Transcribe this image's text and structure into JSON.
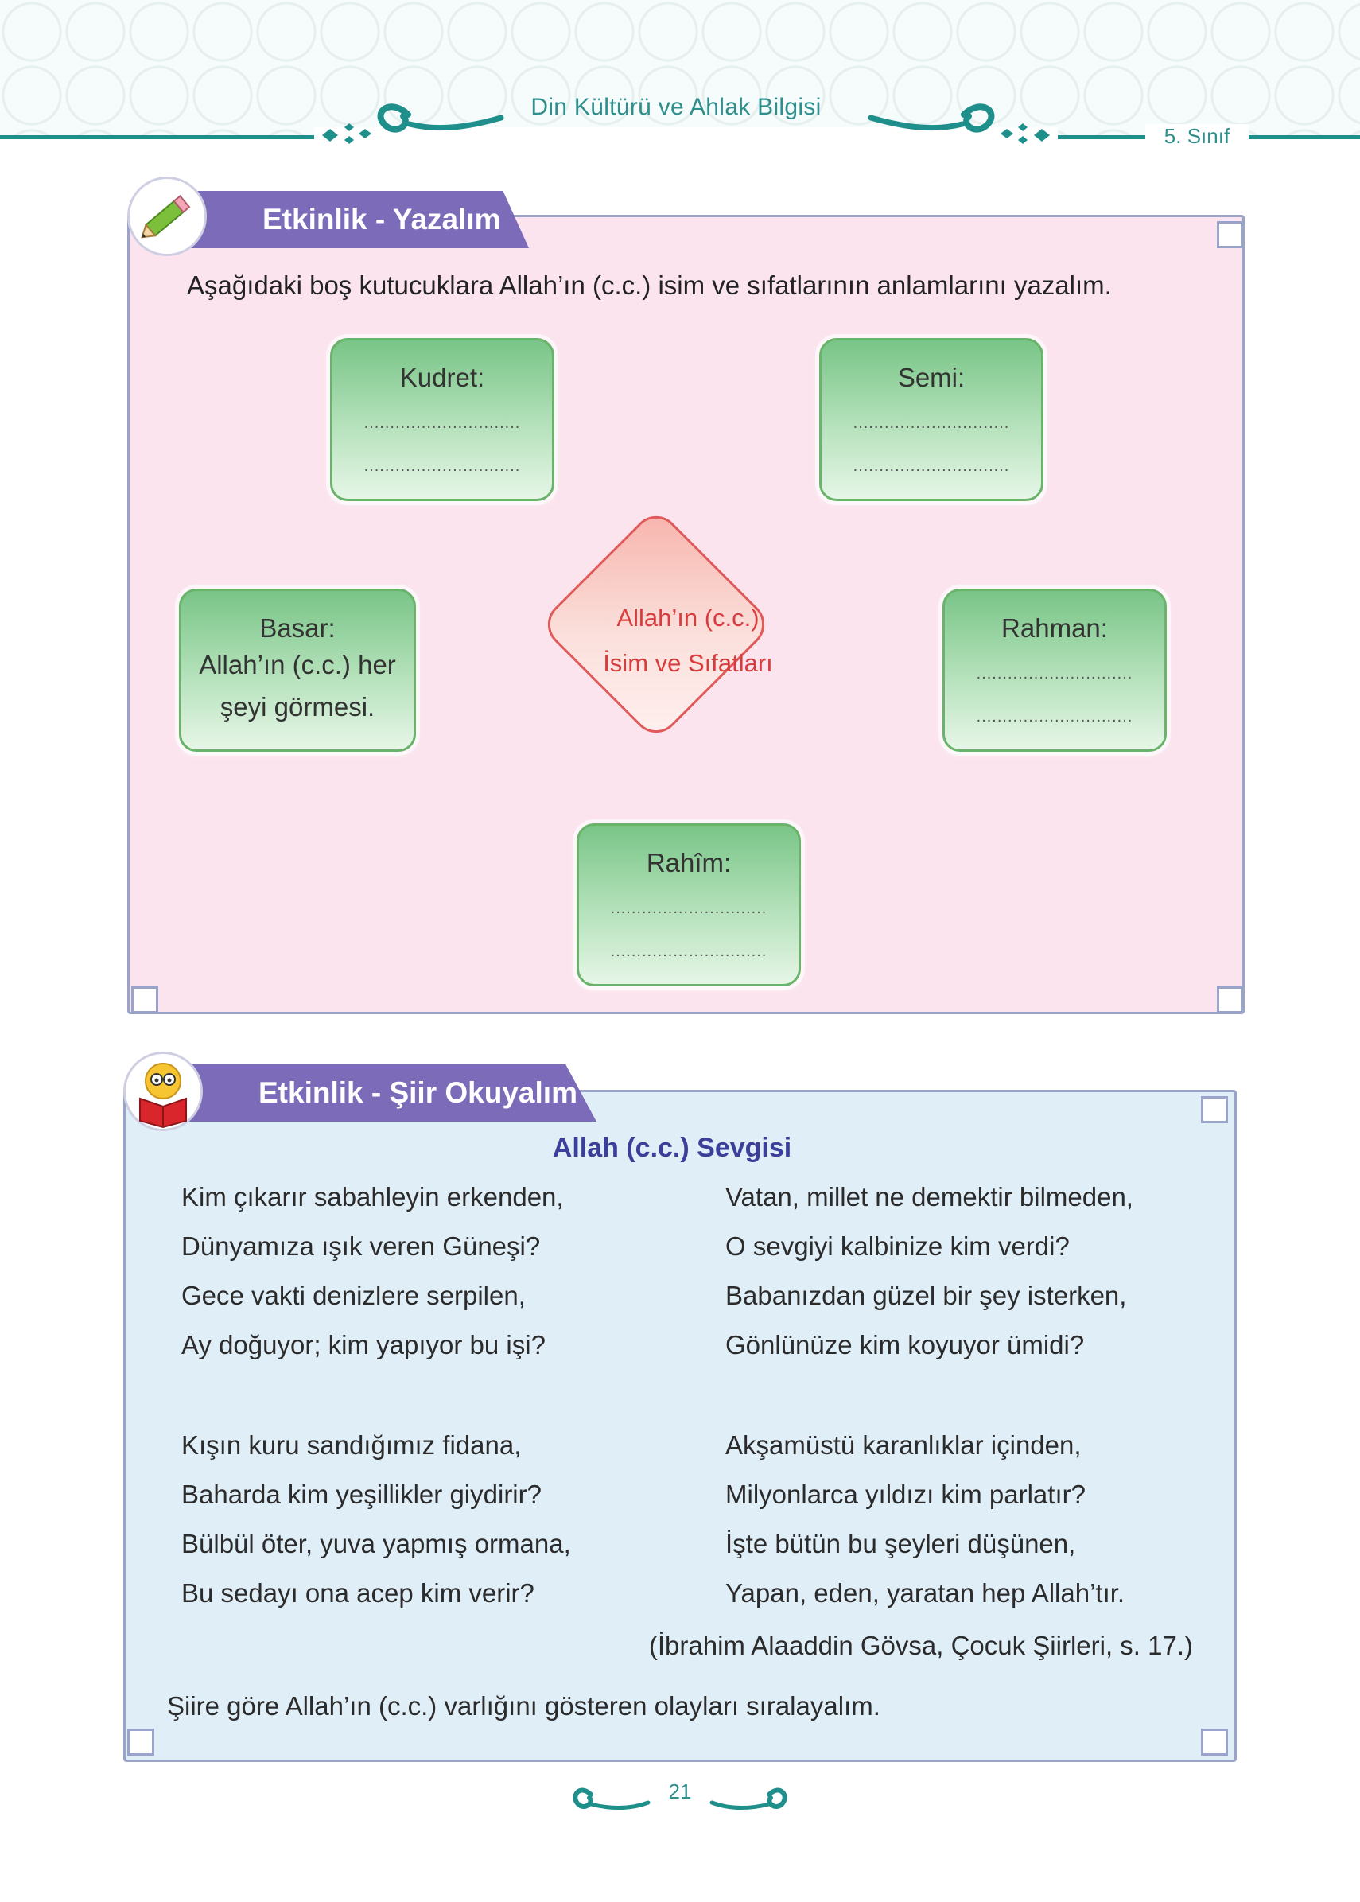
{
  "header": {
    "title": "Din Kültürü ve Ahlak Bilgisi",
    "grade": "5. Sınıf"
  },
  "activity1": {
    "tab_label": "Etkinlik - Yazalım",
    "icon": "pencil-icon",
    "instruction": "Aşağıdaki boş kutucuklara Allah’ın (c.c.) isim ve sıfatlarının anlamlarını yazalım.",
    "center": {
      "line1": "Allah’ın (c.c.)",
      "line2": "İsim ve Sıfatları"
    },
    "boxes": {
      "kudret": {
        "label": "Kudret:",
        "dots1": "..............................",
        "dots2": ".............................."
      },
      "semi": {
        "label": "Semi:",
        "dots1": "..............................",
        "dots2": ".............................."
      },
      "basar": {
        "label": "Basar:",
        "answer1": "Allah’ın (c.c.) her",
        "answer2": "şeyi görmesi."
      },
      "rahman": {
        "label": "Rahman:",
        "dots1": "..............................",
        "dots2": ".............................."
      },
      "rahim": {
        "label": "Rahîm:",
        "dots1": "..............................",
        "dots2": ".............................."
      }
    }
  },
  "activity2": {
    "tab_label": "Etkinlik - Şiir Okuyalım",
    "icon": "reading-child-icon",
    "poem_title": "Allah (c.c.) Sevgisi",
    "left_column": [
      "Kim çıkarır sabahleyin erkenden,",
      "Dünyamıza ışık veren Güneşi?",
      "Gece vakti denizlere serpilen,",
      "Ay doğuyor; kim yapıyor bu işi?",
      "Kışın kuru sandığımız fidana,",
      "Baharda kim yeşillikler giydirir?",
      "Bülbül öter, yuva yapmış ormana,",
      "Bu sedayı ona acep kim verir?"
    ],
    "right_column": [
      "Vatan, millet ne demektir bilmeden,",
      "O sevgiyi kalbinize kim verdi?",
      "Babanızdan güzel bir şey isterken,",
      "Gönlünüze kim koyuyor ümidi?",
      "Akşamüstü karanlıklar içinden,",
      "Milyonlarca yıldızı kim parlatır?",
      "İşte bütün bu şeyleri düşünen,",
      "Yapan, eden, yaratan hep Allah’tır."
    ],
    "source": "(İbrahim Alaaddin Gövsa, Çocuk Şiirleri, s. 17.)",
    "question": "Şiire göre Allah’ın (c.c.) varlığını gösteren olayları sıralayalım."
  },
  "footer": {
    "page_number": "21"
  },
  "colors": {
    "teal": "#2e8f8c",
    "tab_purple": "#7b6bb8",
    "pink_panel": "#fbe4ee",
    "blue_panel": "#e0eef8",
    "box_green": "#79c587",
    "diamond_red": "#d93c3c",
    "poem_title_blue": "#3b3f9a"
  }
}
